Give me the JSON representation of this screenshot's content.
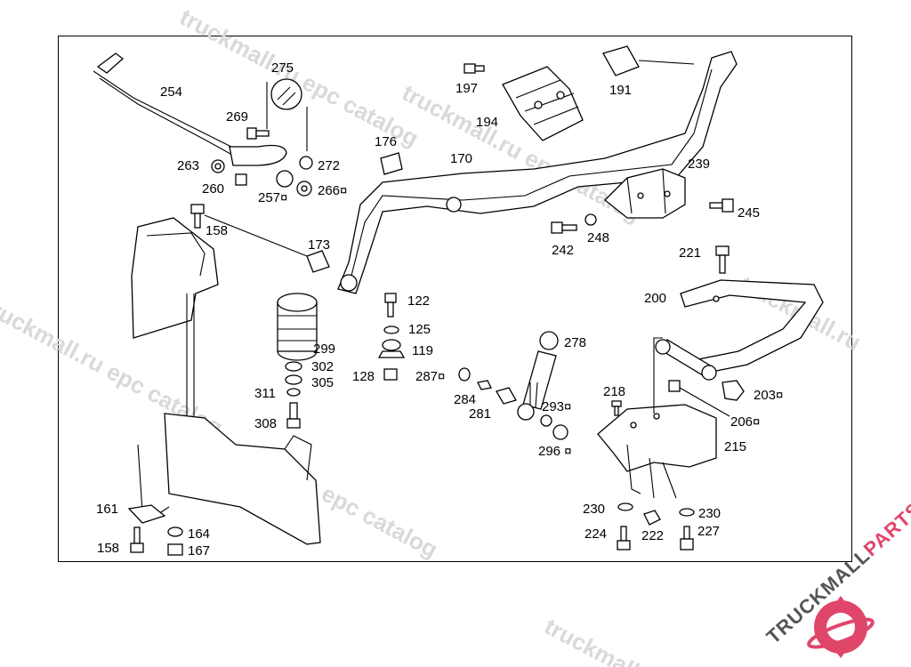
{
  "watermark": {
    "text_full": "truckmall.ru epc catalog",
    "text_partial_top": "truckmall.ru epc catalog",
    "text_partial_left": "ru epc catalog",
    "text_partial_bottom": "truckmall.ru"
  },
  "logo": {
    "word_a": "TRUCKMALL",
    "word_b": "PARTS",
    "color_a": "#555555",
    "color_b": "#e0466a"
  },
  "callouts": {
    "c254": "254",
    "c275": "275",
    "c269": "269",
    "c263": "263",
    "c272": "272",
    "c260": "260",
    "c257": "257¤",
    "c266": "266¤",
    "c197": "197",
    "c191": "191",
    "c194": "194",
    "c176": "176",
    "c170": "170",
    "c239": "239",
    "c245": "245",
    "c242": "242",
    "c248": "248",
    "c221": "221",
    "c158a": "158",
    "c173": "173",
    "c200": "200",
    "c122": "122",
    "c125": "125",
    "c119": "119",
    "c299": "299",
    "c302": "302",
    "c305": "305",
    "c311": "311",
    "c308": "308",
    "c128": "128",
    "c287": "287¤",
    "c278": "278",
    "c284": "284",
    "c281": "281",
    "c293": "293¤",
    "c296": "296 ¤",
    "c218": "218",
    "c203": "203¤",
    "c206": "206¤",
    "c215": "215",
    "c161": "161",
    "c164": "164",
    "c158b": "158",
    "c167": "167",
    "c230a": "230",
    "c230b": "230",
    "c224": "224",
    "c222": "222",
    "c227": "227"
  }
}
